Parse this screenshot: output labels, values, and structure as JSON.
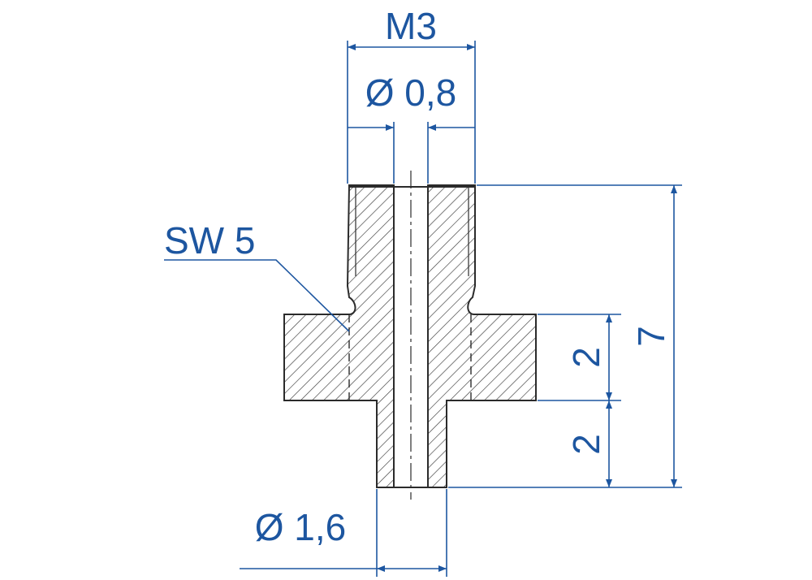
{
  "drawing": {
    "colors": {
      "dimension": "#1d56a0",
      "outline": "#2b2b2b",
      "hatch": "#3a3a3a",
      "background": "#ffffff"
    },
    "labels": {
      "thread": "M3",
      "bore_diameter": "Ø 0,8",
      "spanner_width": "SW 5",
      "flange_height": "2",
      "pin_length": "2",
      "total_height": "7",
      "pin_diameter": "Ø 1,6"
    }
  }
}
